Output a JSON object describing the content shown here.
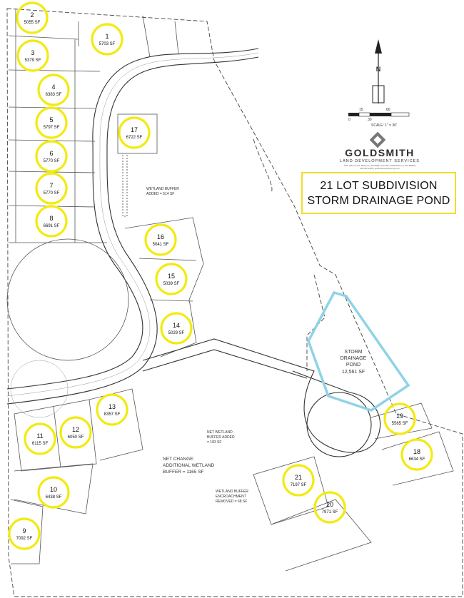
{
  "title": {
    "line1": "21 LOT SUBDIVISION",
    "line2": "STORM DRAINAGE POND"
  },
  "brand": {
    "name": "GOLDSMITH",
    "subtitle": "LAND DEVELOPMENT SERVICES",
    "address": "1215 Hillcrest Rd. Bellevue, WA 98004 | PO Box 3565 Bellevue, WA 98009 | 425.462.1080 | goldsmithengineering.com"
  },
  "north_label": "N",
  "scale": {
    "ticks": [
      "0",
      "15",
      "30",
      "60"
    ],
    "label": "SCALE: 1\" = 30'"
  },
  "pond": {
    "line1": "STORM",
    "line2": "DRAINAGE",
    "line3": "POND",
    "area": "12,561 SF"
  },
  "notes": {
    "buffer_added": [
      "WETLAND BUFFER",
      "ADDED = 514 SF"
    ],
    "net_wetland": [
      "NET WETLAND",
      "BUFFER ADDED",
      "= 183 SF"
    ],
    "encroachment": [
      "WETLAND BUFFER",
      "ENCROACHMENT",
      "REMOVED = 68 SF"
    ],
    "net_change": [
      "NET CHANGE:",
      "ADDITIONAL WETLAND",
      "BUFFER = 1165 SF"
    ]
  },
  "lots": [
    {
      "number": "1",
      "area": "5703 SF"
    },
    {
      "number": "2",
      "area": "5055 SF"
    },
    {
      "number": "3",
      "area": "5379 SF"
    },
    {
      "number": "4",
      "area": "6383 SF"
    },
    {
      "number": "5",
      "area": "5797 SF"
    },
    {
      "number": "6",
      "area": "5770 SF"
    },
    {
      "number": "7",
      "area": "5770 SF"
    },
    {
      "number": "8",
      "area": "6691 SF"
    },
    {
      "number": "9",
      "area": "7092 SF"
    },
    {
      "number": "10",
      "area": "6438 SF"
    },
    {
      "number": "11",
      "area": "6115 SF"
    },
    {
      "number": "12",
      "area": "6050 SF"
    },
    {
      "number": "13",
      "area": "8357 SF"
    },
    {
      "number": "14",
      "area": "5029 SF"
    },
    {
      "number": "15",
      "area": "5039 SF"
    },
    {
      "number": "16",
      "area": "5041 SF"
    },
    {
      "number": "17",
      "area": "6722 SF"
    },
    {
      "number": "18",
      "area": "6634 SF"
    },
    {
      "number": "19",
      "area": "5565 SF"
    },
    {
      "number": "20",
      "area": "7971 SF"
    },
    {
      "number": "21",
      "area": "7197 SF"
    }
  ],
  "colors": {
    "lot_marker": "#f3ea12",
    "pond_outline": "#8fd3e6",
    "title_border": "#f1dd2a"
  }
}
